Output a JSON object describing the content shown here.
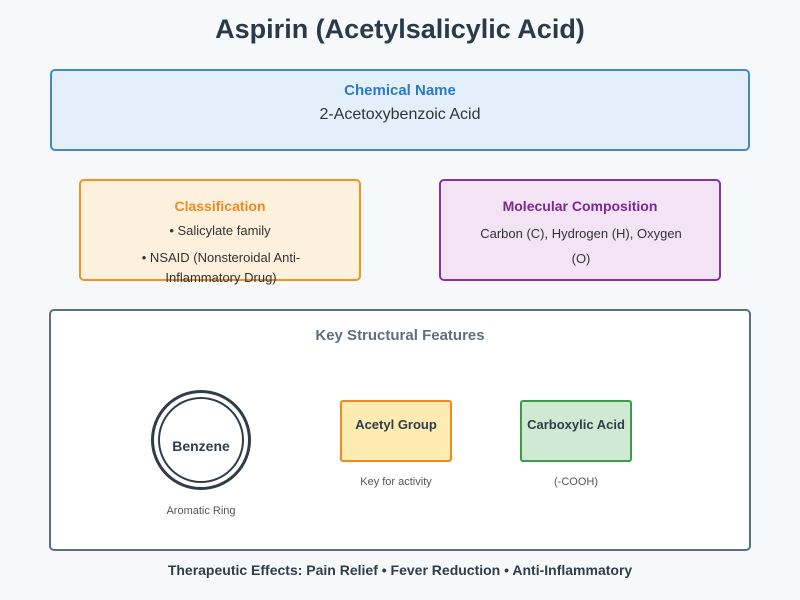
{
  "title": "Aspirin (Acetylsalicylic Acid)",
  "chemical_name": {
    "heading": "Chemical Name",
    "value": "2-Acetoxybenzoic Acid"
  },
  "classification": {
    "heading": "Classification",
    "items": [
      "• Salicylate family",
      "• NSAID (Nonsteroidal Anti-Inflammatory Drug)"
    ]
  },
  "molecular_composition": {
    "heading": "Molecular Composition",
    "text": "Carbon (C), Hydrogen (H), Oxygen (O)"
  },
  "structural_features": {
    "heading": "Key Structural Features",
    "benzene": {
      "label": "Benzene",
      "caption": "Aromatic Ring"
    },
    "acetyl": {
      "label": "Acetyl Group",
      "caption": "Key for activity"
    },
    "carboxylic": {
      "label": "Carboxylic Acid",
      "caption": "(-COOH)"
    }
  },
  "footer": "Therapeutic Effects: Pain Relief • Fever Reduction • Anti-Inflammatory",
  "colors": {
    "chemical_border": "#3d8bcd",
    "classification_border": "#ef9325",
    "composition_border": "#8a32a2",
    "structure_border": "#5d7081",
    "acetyl_fill": "#fdebb2",
    "carboxylic_fill": "#cfe9d2"
  }
}
